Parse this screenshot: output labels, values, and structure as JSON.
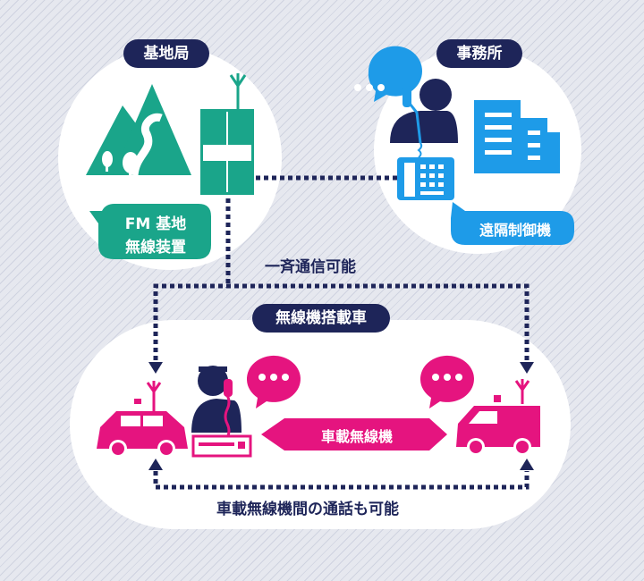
{
  "base_station": {
    "title": "基地局",
    "device_line1": "FM 基地",
    "device_line2": "無線装置"
  },
  "office": {
    "title": "事務所",
    "device_label": "遠隔制御機"
  },
  "broadcast_label": "一斉通信可能",
  "vehicles": {
    "title": "無線機搭載車",
    "radio_label": "車載無線機"
  },
  "vehicle_to_vehicle_label": "車載無線機間の通話も可能",
  "colors": {
    "navy": "#1e2559",
    "teal": "#1aa58a",
    "magenta": "#e5147f",
    "blue": "#1e9be8",
    "background": "#e6e8ef"
  },
  "icons": [
    "mountain-icon",
    "base-station-tower-icon",
    "operator-icon",
    "office-building-icon",
    "telephone-icon",
    "police-car-icon",
    "radio-operator-icon",
    "van-icon",
    "speech-bubble-icon"
  ]
}
